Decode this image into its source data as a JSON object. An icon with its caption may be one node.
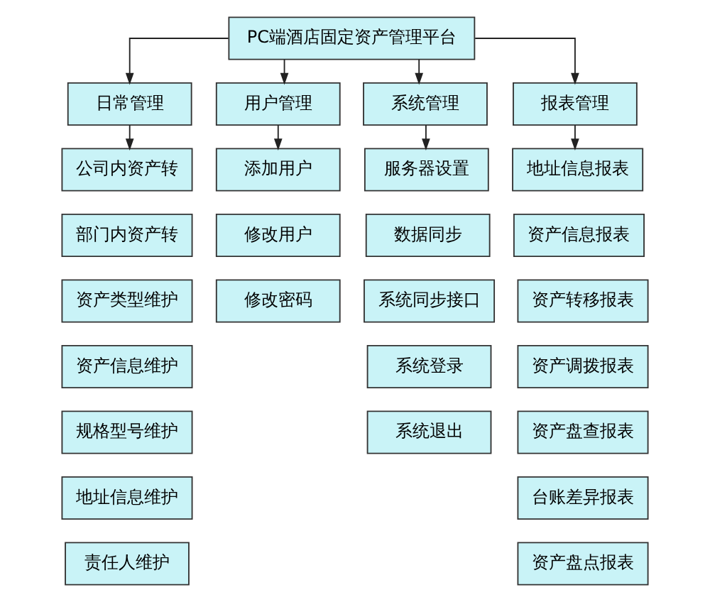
{
  "diagram": {
    "nodes": [
      {
        "text": [
          "PC端酒店固定资产管理平台"
        ]
      },
      {
        "text": [
          "日常管理"
        ]
      },
      {
        "text": [
          "用户管理"
        ]
      },
      {
        "text": [
          "系统管理"
        ]
      },
      {
        "text": [
          "报表管理"
        ]
      },
      {
        "text": [
          "公司内资产转"
        ]
      },
      {
        "text": [
          "部门内资产转"
        ]
      },
      {
        "text": [
          "资产类型维护"
        ]
      },
      {
        "text": [
          "资产信息维护"
        ]
      },
      {
        "text": [
          "规格型号维护"
        ]
      },
      {
        "text": [
          "地址信息维护"
        ]
      },
      {
        "text": [
          "责任人维护"
        ]
      },
      {
        "text": [
          "添加用户"
        ]
      },
      {
        "text": [
          "修改用户"
        ]
      },
      {
        "text": [
          "修改密码"
        ]
      },
      {
        "text": [
          "服务器设置"
        ]
      },
      {
        "text": [
          "数据同步"
        ]
      },
      {
        "text": [
          "系统同步接口"
        ]
      },
      {
        "text": [
          "系统登录"
        ]
      },
      {
        "text": [
          "系统退出"
        ]
      },
      {
        "text": [
          "地址信息报表"
        ]
      },
      {
        "text": [
          "资产信息报表"
        ]
      },
      {
        "text": [
          "资产转移报表"
        ]
      },
      {
        "text": [
          "资产调拨报表"
        ]
      },
      {
        "text": [
          "资产盘查报表"
        ]
      },
      {
        "text": [
          "台账差异报表"
        ]
      },
      {
        "text": [
          "资产盘点报表"
        ]
      }
    ],
    "edges": [
      {
        "from": 0,
        "to": 1,
        "arrow": "to"
      },
      {
        "from": 0,
        "to": 2,
        "arrow": "to"
      },
      {
        "from": 0,
        "to": 3,
        "arrow": "to"
      },
      {
        "from": 0,
        "to": 4,
        "arrow": "to"
      },
      {
        "from": 1,
        "to": 5,
        "arrow": "to"
      },
      {
        "from": 2,
        "to": 12,
        "arrow": "to"
      },
      {
        "from": 3,
        "to": 15,
        "arrow": "to"
      },
      {
        "from": 4,
        "to": 20,
        "arrow": "to"
      }
    ]
  }
}
